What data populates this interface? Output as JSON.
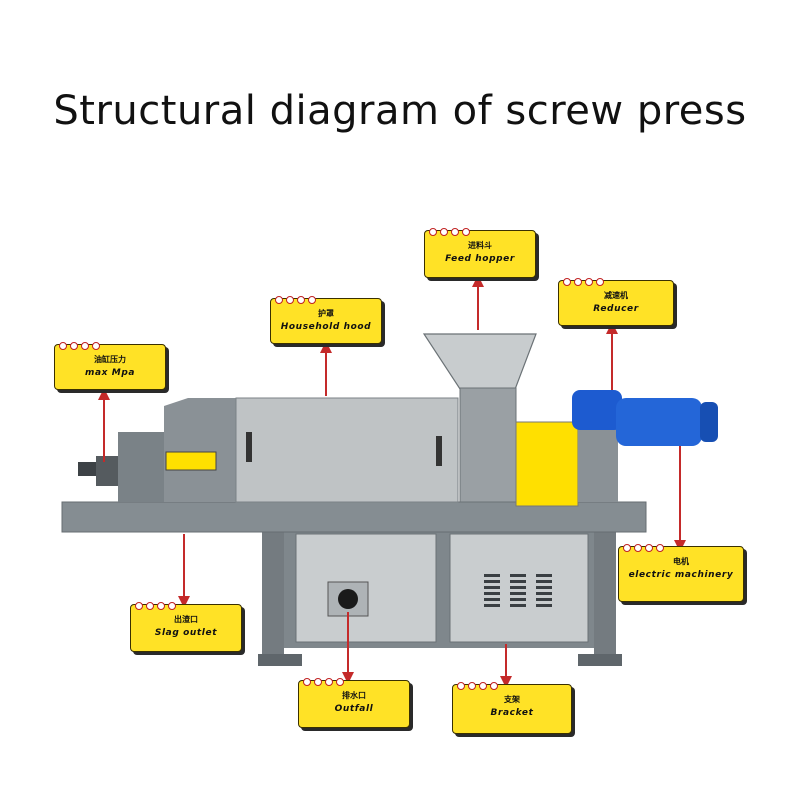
{
  "title": "Structural diagram of screw press",
  "colors": {
    "label_fill": "#ffe226",
    "arrow": "#c42a2a",
    "frame": "#7d8489",
    "housing": "#b7bcbf",
    "motor": "#1f5fcc",
    "coupling_guard": "#ffe000"
  },
  "labels": {
    "feed_hopper": {
      "zh": "进料斗",
      "en": "Feed hopper"
    },
    "reducer": {
      "zh": "减速机",
      "en": "Reducer"
    },
    "household_hood": {
      "zh": "护罩",
      "en": "Household hood"
    },
    "max_mpa": {
      "zh": "油缸压力",
      "en": "max Mpa"
    },
    "electric_machinery": {
      "zh": "电机",
      "en": "electric machinery"
    },
    "slag_outlet": {
      "zh": "出渣口",
      "en": "Slag outlet"
    },
    "outfall": {
      "zh": "排水口",
      "en": "Outfall"
    },
    "bracket": {
      "zh": "支架",
      "en": "Bracket"
    }
  }
}
